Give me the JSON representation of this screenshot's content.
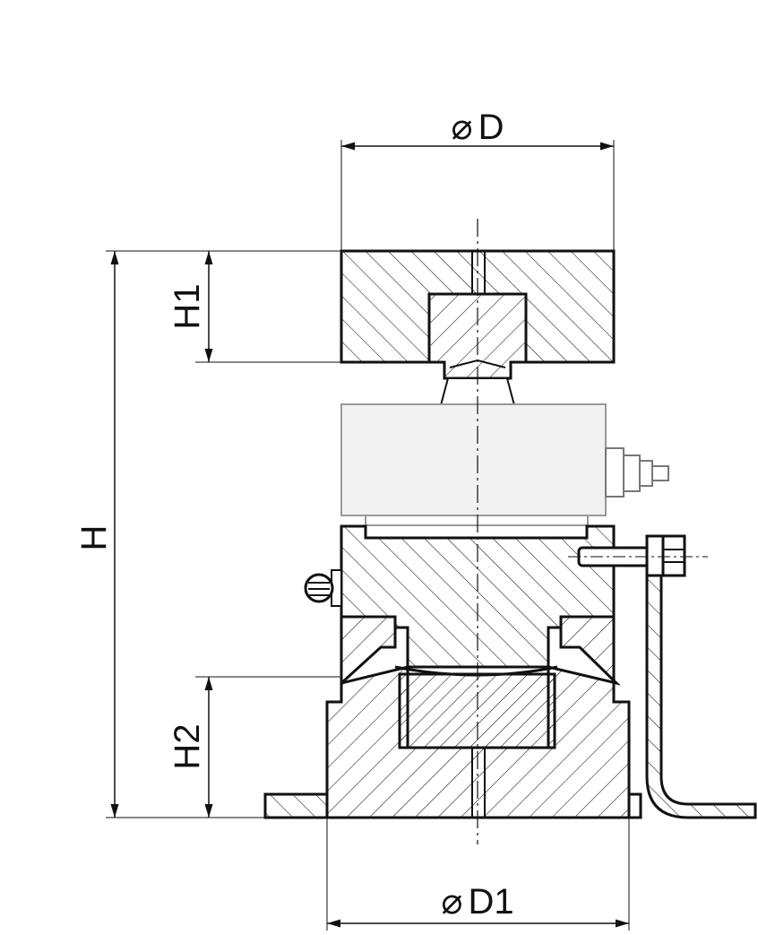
{
  "diagram": {
    "labels": {
      "diameter_top": "D",
      "diameter_bottom": "D1",
      "height_total": "H",
      "height_top_plate": "H1",
      "height_bottom": "H2"
    },
    "symbols": {
      "diameter": "⌀"
    },
    "colors": {
      "line": "#111111",
      "hatch": "#222222",
      "loadcell_fill": "#f2f2f2",
      "background": "#ffffff"
    }
  }
}
